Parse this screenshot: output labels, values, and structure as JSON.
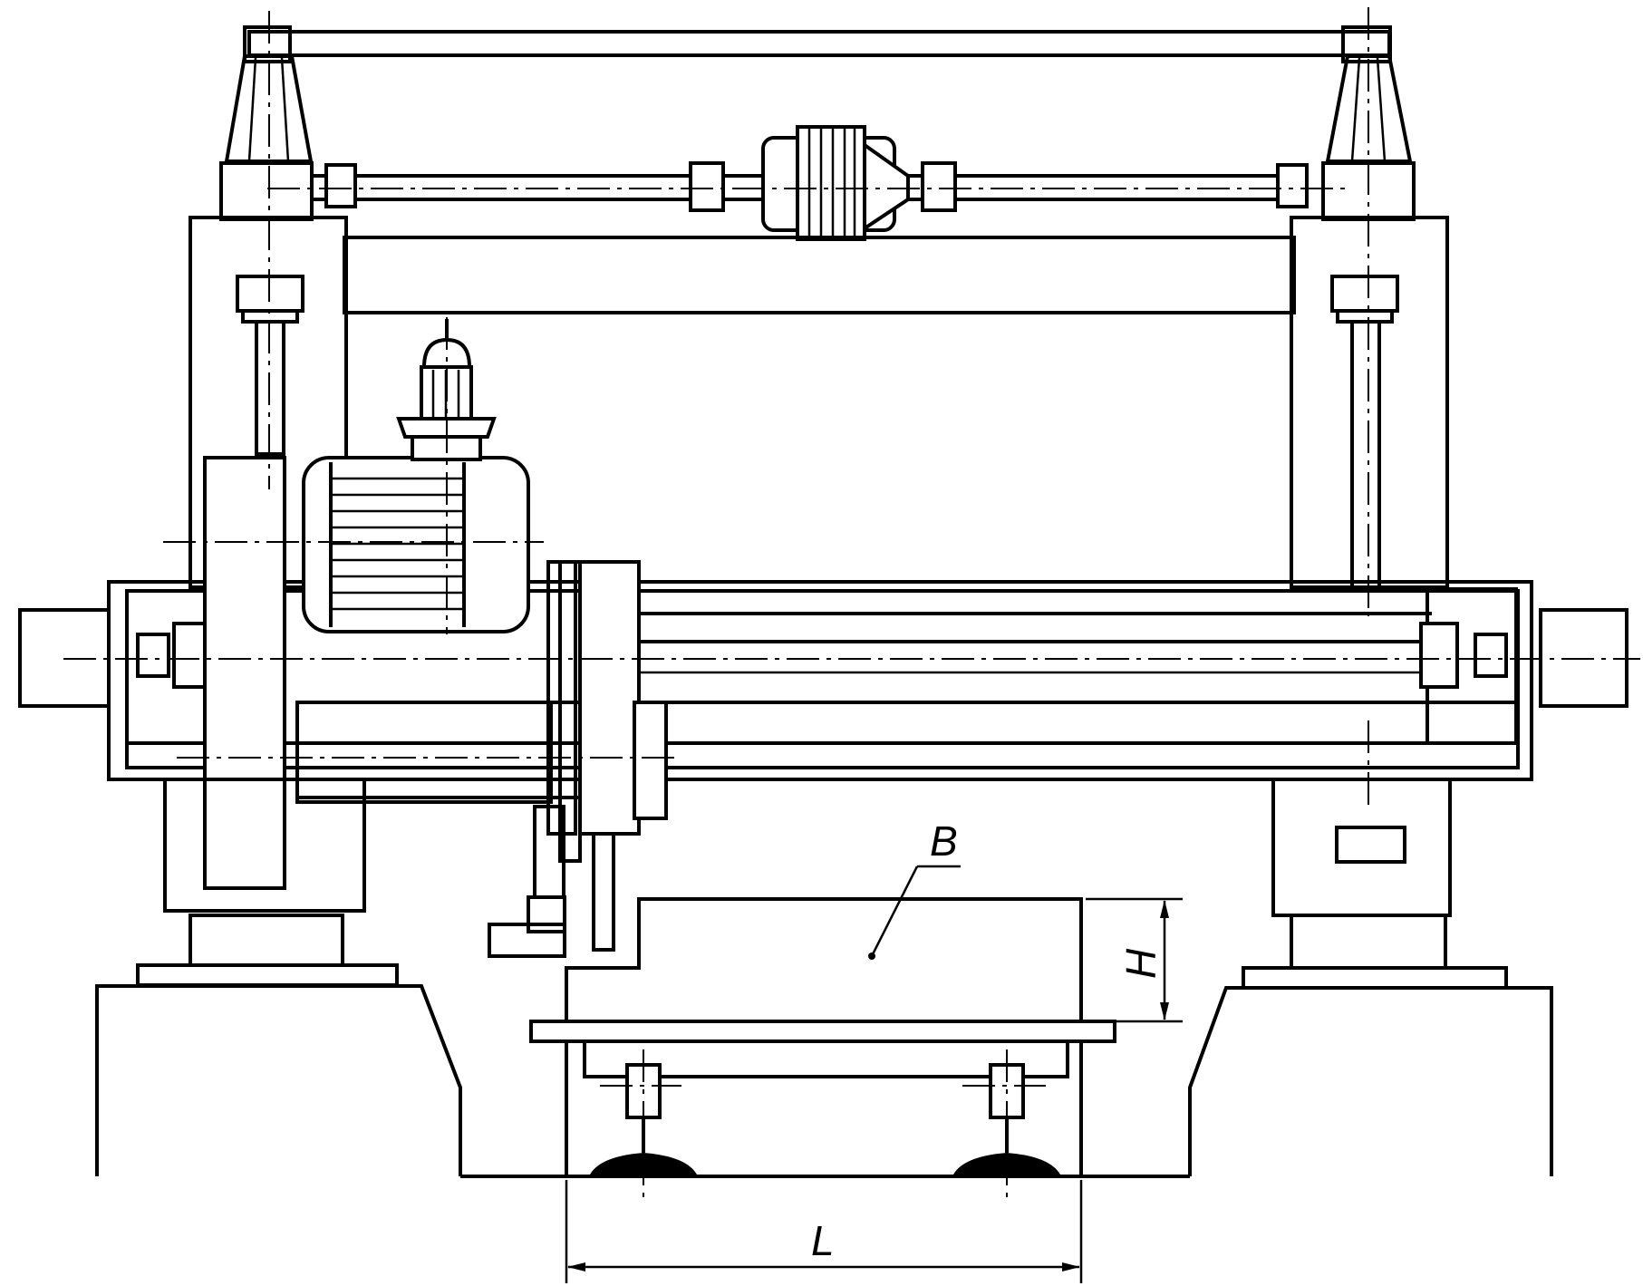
{
  "labels": {
    "b": "B",
    "h": "H",
    "l": "L"
  },
  "colors": {
    "line": "#000000",
    "background": "#ffffff"
  }
}
